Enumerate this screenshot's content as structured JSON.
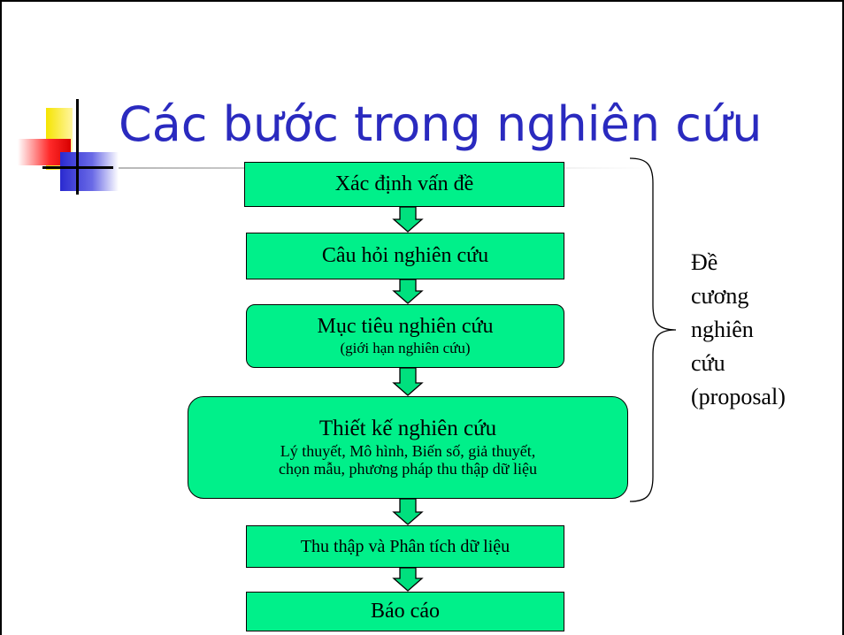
{
  "slide": {
    "title": "Các bước trong nghiên cứu",
    "steps": [
      {
        "label": "Xác định vấn đề"
      },
      {
        "label": "Câu hỏi nghiên cứu"
      },
      {
        "label": "Mục tiêu nghiên cứu",
        "sub": "(giới hạn nghiên cứu)"
      },
      {
        "label": "Thiết kế nghiên cứu",
        "sub1": "Lý thuyết, Mô hình, Biến số, giả thuyết,",
        "sub2": "chọn mẫu, phương pháp thu thập dữ liệu"
      },
      {
        "label": "Thu thập và Phân tích dữ liệu"
      },
      {
        "label": "Báo cáo"
      }
    ],
    "side_label_lines": [
      "Đề",
      "cương",
      "nghiên",
      "cứu",
      "(proposal)"
    ],
    "colors": {
      "title": "#2a2abf",
      "box_fill": "#00f08a",
      "arrow_fill": "#00e07e"
    }
  }
}
